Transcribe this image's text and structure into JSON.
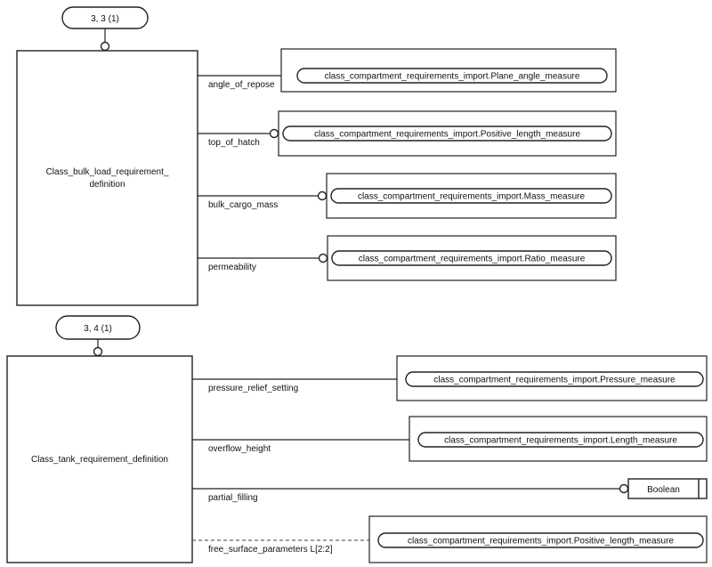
{
  "diagrams": [
    {
      "page_ref": "3, 3 (1)",
      "entity": [
        "Class_bulk_load_requirement_",
        "definition"
      ],
      "attributes": [
        {
          "name": "angle_of_repose",
          "type": "class_compartment_requirements_import.Plane_angle_measure",
          "optional": false
        },
        {
          "name": "top_of_hatch",
          "type": "class_compartment_requirements_import.Positive_length_measure",
          "optional": false
        },
        {
          "name": "bulk_cargo_mass",
          "type": "class_compartment_requirements_import.Mass_measure",
          "optional": false
        },
        {
          "name": "permeability",
          "type": "class_compartment_requirements_import.Ratio_measure",
          "optional": false
        }
      ]
    },
    {
      "page_ref": "3, 4 (1)",
      "entity": [
        "Class_tank_requirement_definition"
      ],
      "attributes": [
        {
          "name": "pressure_relief_setting",
          "type": "class_compartment_requirements_import.Pressure_measure",
          "optional": false
        },
        {
          "name": "overflow_height",
          "type": "class_compartment_requirements_import.Length_measure",
          "optional": false
        },
        {
          "name": "partial_filling",
          "type": "Boolean",
          "optional": false,
          "simple": true
        },
        {
          "name": "free_surface_parameters L[2:2]",
          "type": "class_compartment_requirements_import.Positive_length_measure",
          "optional": true
        }
      ]
    }
  ]
}
